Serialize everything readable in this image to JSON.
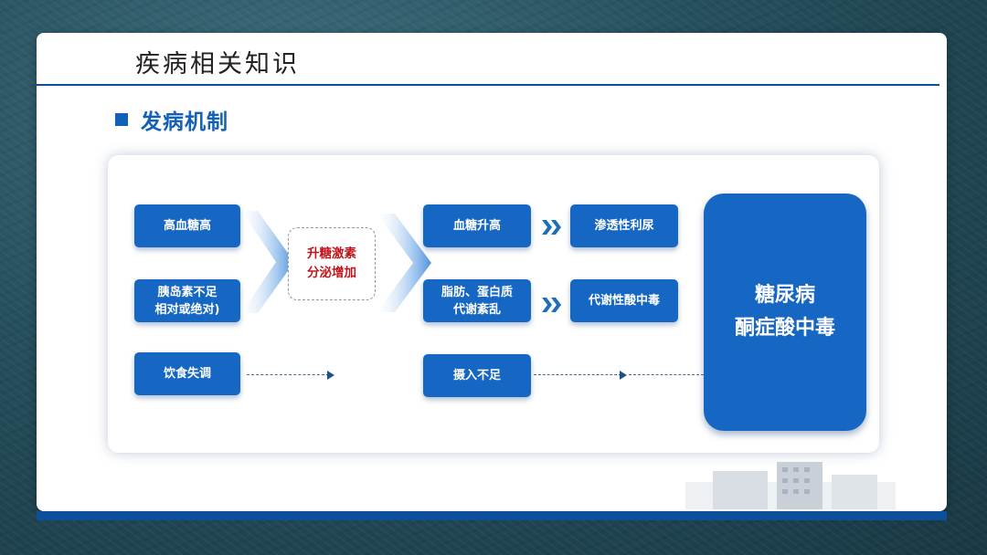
{
  "slide": {
    "title": "疾病相关知识",
    "section_title": "发病机制"
  },
  "diagram": {
    "causes": [
      "高血糖高",
      "胰岛素不足\n相对或绝对)",
      "饮食失调"
    ],
    "hormone": "升糖激素\n分泌增加",
    "effects": [
      "血糖升高",
      "脂肪、蛋白质\n代谢紊乱",
      "摄入不足"
    ],
    "consequences": [
      "渗透性利尿",
      "代谢性酸中毒"
    ],
    "result": "糖尿病\n酮症酸中毒"
  },
  "colors": {
    "box_blue": "#1667c4",
    "header_blue": "#0d4f9a",
    "hormone_red": "#c0161b"
  },
  "icons": [
    "square-bullet-icon",
    "funnel-arrow-icon",
    "double-chevron-icon",
    "dashed-arrow-icon"
  ]
}
